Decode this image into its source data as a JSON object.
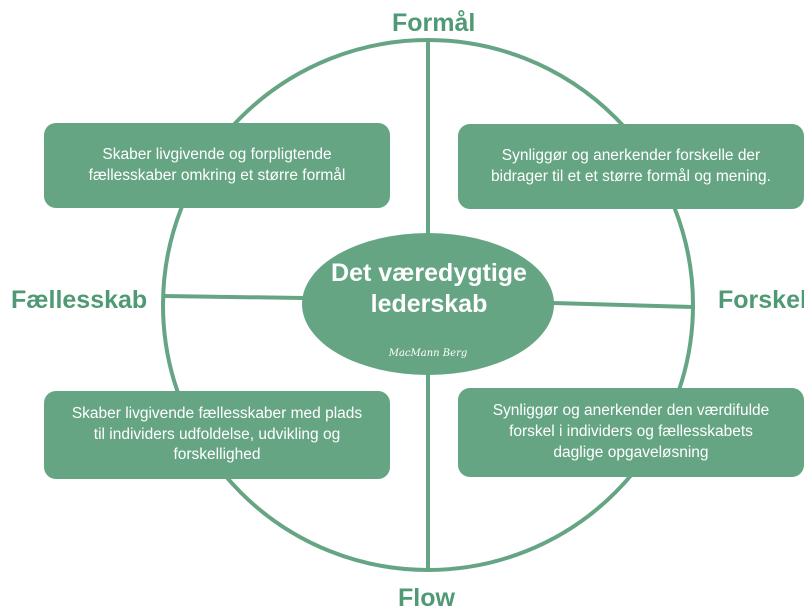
{
  "axes": {
    "top": "Formål",
    "bottom": "Flow",
    "left": "Fællesskab",
    "right": "Forskel"
  },
  "center": {
    "title_line1": "Det væredygtige",
    "title_line2": "lederskab",
    "signature": "MacMann Berg"
  },
  "boxes": {
    "top_left": {
      "line1": "Skaber livgivende og forpligtende",
      "line2": "fællesskaber omkring et større formål"
    },
    "top_right": {
      "line1": "Synliggør og anerkender forskelle der",
      "line2": "bidrager til et et større formål og mening."
    },
    "bottom_left": {
      "line1": "Skaber livgivende fællesskaber med plads",
      "line2": "til individers udfoldelse, udvikling og",
      "line3": "forskellighed"
    },
    "bottom_right": {
      "line1": "Synliggør og anerkender den værdifulde",
      "line2": "forskel i individers og fællesskabets",
      "line3": "daglige opgaveløsning"
    }
  },
  "colors": {
    "green": "#66a584",
    "label_green": "#4f9a74",
    "text_on_green": "#ffffff"
  }
}
